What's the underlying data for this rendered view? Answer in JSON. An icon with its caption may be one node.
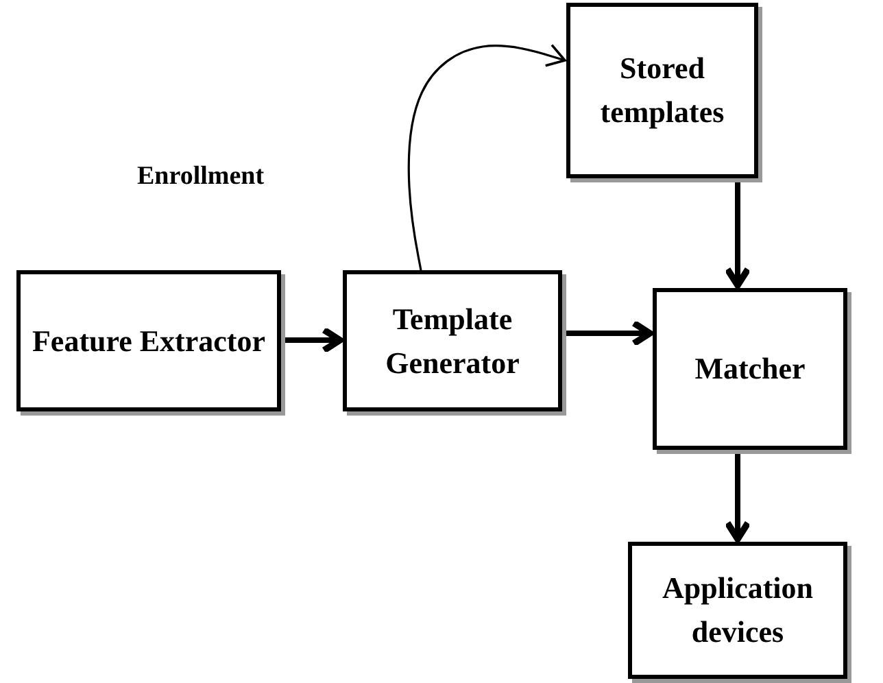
{
  "diagram": {
    "nodes": [
      {
        "text": [
          "Stored templates"
        ]
      },
      {
        "text": [
          "Feature Extractor"
        ]
      },
      {
        "text": [
          "Template Generator"
        ]
      },
      {
        "text": [
          "Matcher"
        ]
      },
      {
        "text": [
          "Application devices"
        ]
      }
    ],
    "edges": [
      {
        "from": 1,
        "to": 2,
        "arrow": "to"
      },
      {
        "from": 2,
        "to": 3,
        "arrow": "to"
      },
      {
        "from": 2,
        "to": 0,
        "arrow": "to"
      },
      {
        "from": 0,
        "to": 3,
        "arrow": "to"
      },
      {
        "from": 3,
        "to": 4,
        "arrow": "to"
      }
    ],
    "labels": [
      "Enrollment"
    ]
  }
}
